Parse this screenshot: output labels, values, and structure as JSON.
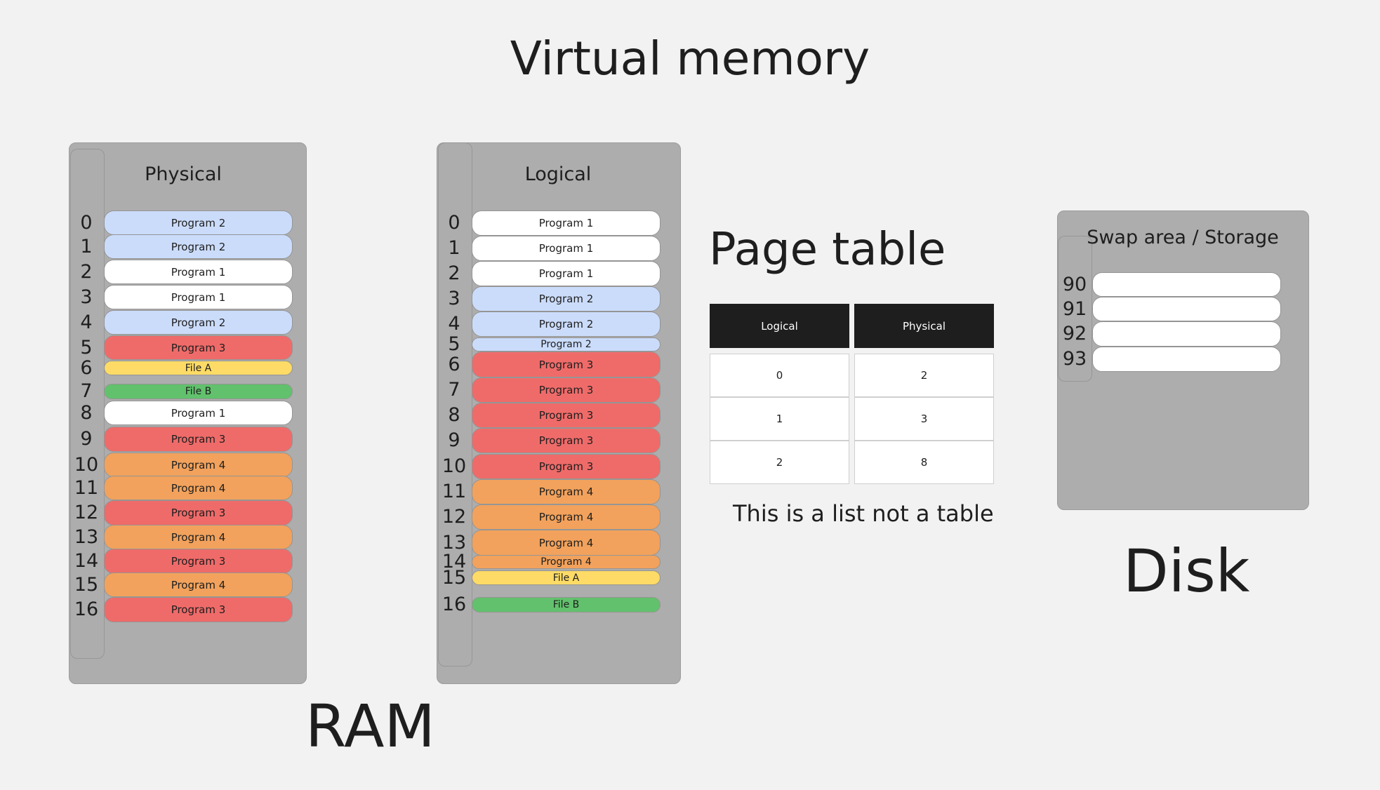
{
  "title": "Virtual memory",
  "colors": {
    "Program 1": "#ffffff",
    "Program 2": "#cbdcfb",
    "Program 3": "#ef6b69",
    "Program 4": "#f2a25c",
    "File A": "#fddb66",
    "File B": "#62c16c",
    "empty": "#ffffff"
  },
  "physical": {
    "title": "Physical",
    "slots": [
      {
        "index": "0",
        "label": "Program 2",
        "kind": "Program 2"
      },
      {
        "index": "1",
        "label": "Program 2",
        "kind": "Program 2"
      },
      {
        "index": "2",
        "label": "Program 1",
        "kind": "Program 1"
      },
      {
        "index": "3",
        "label": "Program 1",
        "kind": "Program 1"
      },
      {
        "index": "4",
        "label": "Program 2",
        "kind": "Program 2"
      },
      {
        "index": "5",
        "label": "Program 3",
        "kind": "Program 3"
      },
      {
        "index": "6",
        "label": "File A",
        "kind": "File A"
      },
      {
        "index": "7",
        "label": "File B",
        "kind": "File B"
      },
      {
        "index": "8",
        "label": "Program 1",
        "kind": "Program 1"
      },
      {
        "index": "9",
        "label": "Program 3",
        "kind": "Program 3"
      },
      {
        "index": "10",
        "label": "Program 4",
        "kind": "Program 4"
      },
      {
        "index": "11",
        "label": "Program 4",
        "kind": "Program 4"
      },
      {
        "index": "12",
        "label": "Program 3",
        "kind": "Program 3"
      },
      {
        "index": "13",
        "label": "Program 4",
        "kind": "Program 4"
      },
      {
        "index": "14",
        "label": "Program 3",
        "kind": "Program 3"
      },
      {
        "index": "15",
        "label": "Program 4",
        "kind": "Program 4"
      },
      {
        "index": "16",
        "label": "Program 3",
        "kind": "Program 3"
      }
    ]
  },
  "logical": {
    "title": "Logical",
    "slots": [
      {
        "index": "0",
        "label": "Program 1",
        "kind": "Program 1"
      },
      {
        "index": "1",
        "label": "Program 1",
        "kind": "Program 1"
      },
      {
        "index": "2",
        "label": "Program 1",
        "kind": "Program 1"
      },
      {
        "index": "3",
        "label": "Program 2",
        "kind": "Program 2"
      },
      {
        "index": "4",
        "label": "Program 2",
        "kind": "Program 2"
      },
      {
        "index": "5",
        "label": "Program 2",
        "kind": "Program 2"
      },
      {
        "index": "6",
        "label": "Program 3",
        "kind": "Program 3"
      },
      {
        "index": "7",
        "label": "Program 3",
        "kind": "Program 3"
      },
      {
        "index": "8",
        "label": "Program 3",
        "kind": "Program 3"
      },
      {
        "index": "9",
        "label": "Program 3",
        "kind": "Program 3"
      },
      {
        "index": "10",
        "label": "Program 3",
        "kind": "Program 3"
      },
      {
        "index": "11",
        "label": "Program 4",
        "kind": "Program 4"
      },
      {
        "index": "12",
        "label": "Program 4",
        "kind": "Program 4"
      },
      {
        "index": "13",
        "label": "Program 4",
        "kind": "Program 4"
      },
      {
        "index": "14",
        "label": "Program 4",
        "kind": "Program 4"
      },
      {
        "index": "15",
        "label": "File A",
        "kind": "File A"
      },
      {
        "index": "16",
        "label": "File B",
        "kind": "File B"
      }
    ]
  },
  "ram_label": "RAM",
  "page_table": {
    "title": "Page table",
    "headers": [
      "Logical",
      "Physical"
    ],
    "rows": [
      [
        "0",
        "2"
      ],
      [
        "1",
        "3"
      ],
      [
        "2",
        "8"
      ]
    ],
    "note": "This is a list not a table"
  },
  "swap": {
    "title": "Swap area / Storage",
    "slots": [
      {
        "index": "90",
        "label": "",
        "kind": "empty"
      },
      {
        "index": "91",
        "label": "",
        "kind": "empty"
      },
      {
        "index": "92",
        "label": "",
        "kind": "empty"
      },
      {
        "index": "93",
        "label": "",
        "kind": "empty"
      }
    ]
  },
  "disk_label": "Disk"
}
